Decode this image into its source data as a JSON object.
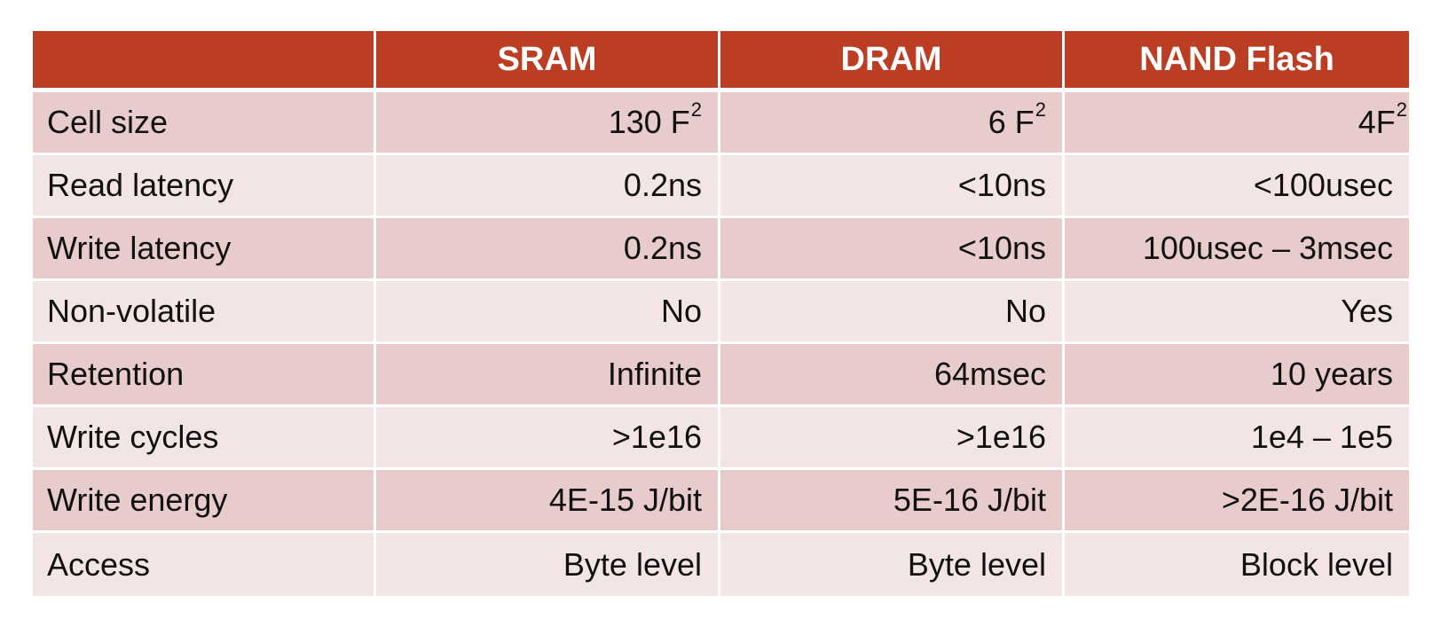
{
  "table": {
    "columns": [
      "",
      "SRAM",
      "DRAM",
      "NAND Flash"
    ],
    "rows": [
      {
        "label": "Cell size",
        "sram": "130 F",
        "sram_sup": "2",
        "dram": "6 F",
        "dram_sup": "2",
        "nand": "4F",
        "nand_sup": "2"
      },
      {
        "label": "Read latency",
        "sram": "0.2ns",
        "dram": "<10ns",
        "nand": "<100usec"
      },
      {
        "label": "Write latency",
        "sram": "0.2ns",
        "dram": "<10ns",
        "nand": "100usec – 3msec"
      },
      {
        "label": "Non-volatile",
        "sram": "No",
        "dram": "No",
        "nand": "Yes"
      },
      {
        "label": "Retention",
        "sram": "Infinite",
        "dram": "64msec",
        "nand": "10 years"
      },
      {
        "label": "Write cycles",
        "sram": ">1e16",
        "dram": ">1e16",
        "nand": "1e4 – 1e5"
      },
      {
        "label": "Write energy",
        "sram": "4E-15 J/bit",
        "dram": "5E-16 J/bit",
        "nand": ">2E-16 J/bit"
      },
      {
        "label": "Access",
        "sram": "Byte level",
        "dram": "Byte level",
        "nand": "Block level"
      }
    ]
  },
  "colors": {
    "header_bg": "#bb3d22",
    "row_odd_bg": "#e8cbcb",
    "row_even_bg": "#f3e5e5"
  }
}
